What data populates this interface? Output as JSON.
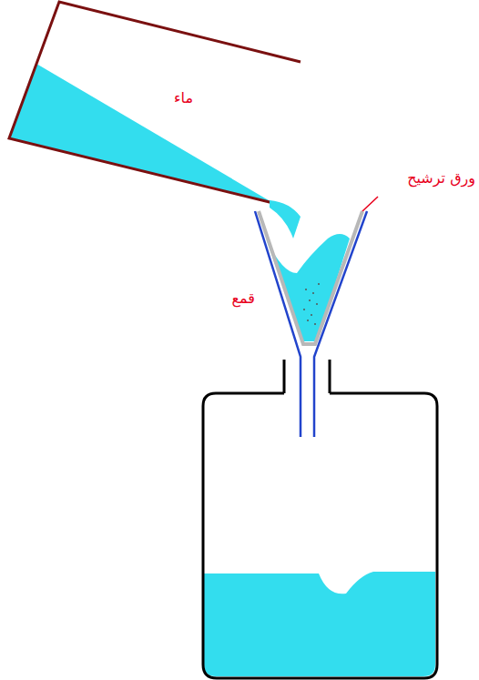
{
  "diagram": {
    "labels": [
      "ماء",
      "ورق ترشيح",
      "قمع"
    ]
  }
}
